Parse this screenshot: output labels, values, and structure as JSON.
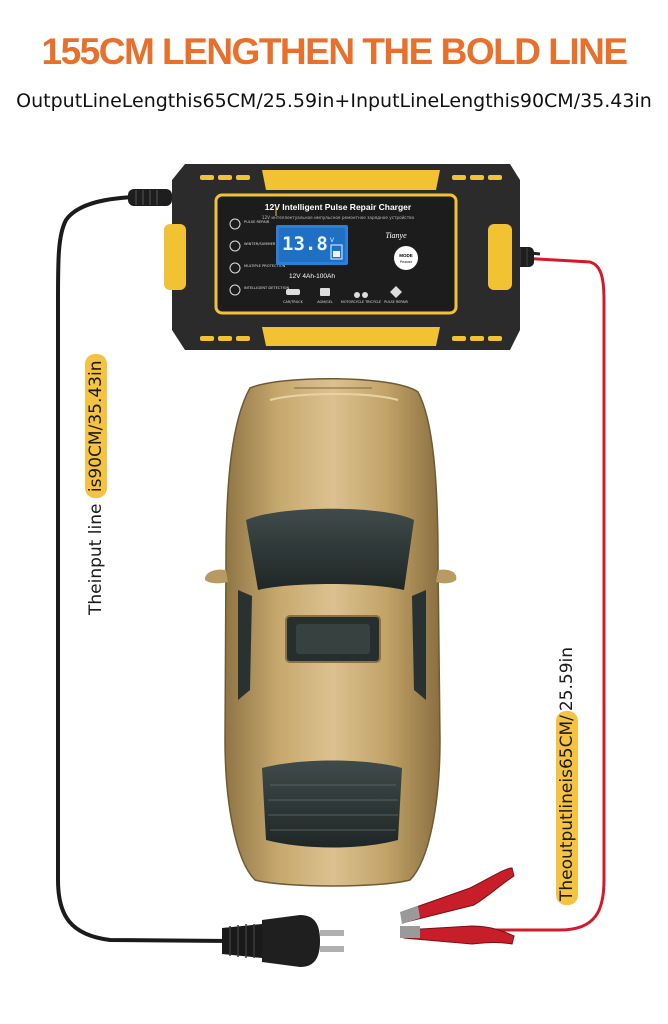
{
  "headline": "155CM LENGTHEN THE BOLD LINE",
  "subline": "OutputLineLengthis65CM/25.59in+InputLineLengthis90CM/35.43in",
  "input_label": {
    "pre": "Theinput line ",
    "hl": "is90CM/35.43in"
  },
  "output_label": {
    "pre": "Theoutputlineis65CM/",
    "hl": "25.59in"
  },
  "charger": {
    "title": "12V Intelligent Pulse Repair Charger",
    "subtitle": "12V интеллектуальное импульсное ремонтное зарядное устройство",
    "brand": "Tianye",
    "display_value": "13.8",
    "display_unit": "V",
    "rating": "12V  4Ah-100Ah",
    "mode_button": "MODE",
    "mode_sub": "Режим",
    "features": [
      "PULSE REPAIR",
      "WINTER/SUMMER",
      "MULTIPLE PROTECTION",
      "INTELLIGENT DETECTION"
    ],
    "vehicle_types": [
      "CAR/TRUCK",
      "AGM/GEL",
      "MOTORCYCLE TRICYCLE",
      "PULSE REPAIR"
    ]
  },
  "colors": {
    "accent_orange": "#e8702a",
    "highlight_yellow": "#f3c341",
    "charger_yellow": "#f1c232",
    "charger_body": "#2b2b2b",
    "cable_red": "#d3192a",
    "car_gold": "#c4a66b"
  }
}
